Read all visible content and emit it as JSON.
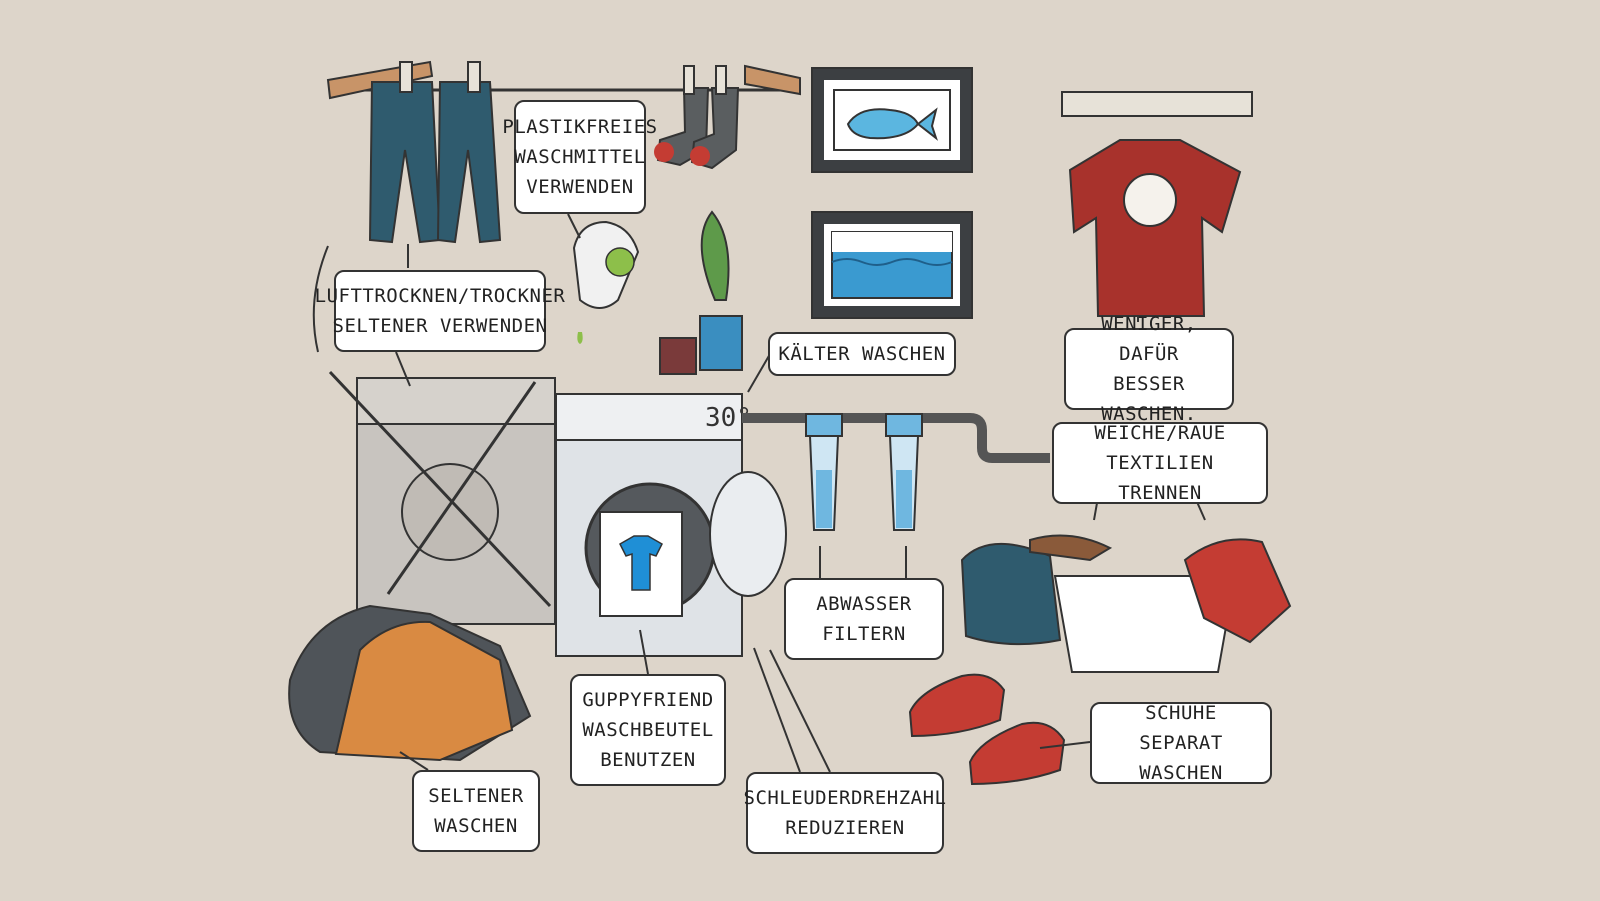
{
  "labels": {
    "air_dry": [
      "LUFTTROCKNEN/TROCKNER",
      "SELTENER VERWENDEN"
    ],
    "detergent": [
      "PLASTIKFREIES",
      "WASCHMITTEL",
      "VERWENDEN"
    ],
    "colder": [
      "KÄLTER WASCHEN"
    ],
    "fewer_better": [
      "WENIGER, DAFÜR",
      "BESSER WASCHEN."
    ],
    "separate_textiles": [
      "WEICHE/RAUE",
      "TEXTILIEN TRENNEN"
    ],
    "filter": [
      "ABWASSER",
      "FILTERN"
    ],
    "bag": [
      "GUPPYFRIEND",
      "WASCHBEUTEL",
      "BENUTZEN"
    ],
    "spin": [
      "SCHLEUDERDREHZAHL",
      "REDUZIEREN"
    ],
    "shoes": [
      "SCHUHE SEPARAT",
      "WASCHEN"
    ],
    "less_often": [
      "SELTENER",
      "WASCHEN"
    ]
  },
  "machine_display": "30°",
  "colors": {
    "background": "#ddd5ca",
    "outline": "#333333",
    "denim": "#2f5b6e",
    "shirt_red": "#a8322c",
    "water_blue": "#3a9ad0",
    "plant_green": "#5e9a4a",
    "jacket_orange": "#d98a42"
  }
}
